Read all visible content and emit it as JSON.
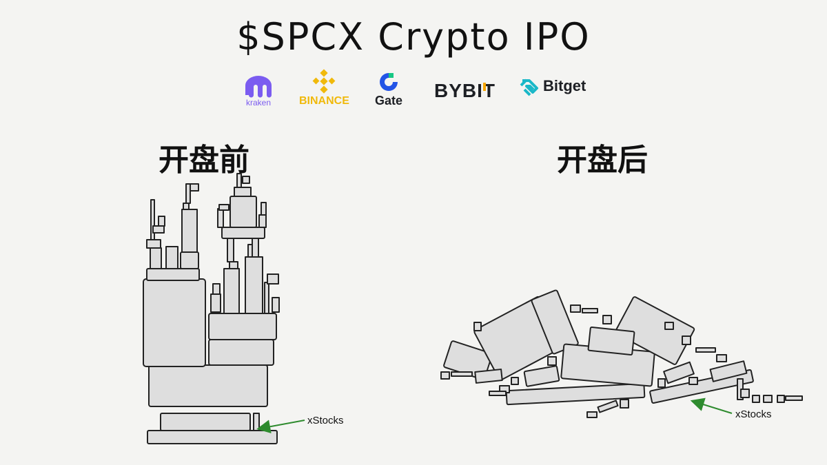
{
  "title": "$SPCX Crypto IPO",
  "exchanges": [
    {
      "name": "kraken",
      "icon": "kraken-logo-icon",
      "color": "#7b5cf0"
    },
    {
      "name": "BINANCE",
      "icon": "binance-logo-icon",
      "color": "#f0b90b"
    },
    {
      "name": "Gate",
      "icon": "gate-logo-icon",
      "color": "#2354e6"
    },
    {
      "name": "BYBIT",
      "icon": "bybit-logo-icon",
      "color": "#1d1f24",
      "accent": "#f7a600"
    },
    {
      "name": "Bitget",
      "icon": "bitget-logo-icon",
      "color": "#1d1f24",
      "accent": "#1ab8c8"
    }
  ],
  "before": {
    "heading": "开盘前",
    "label": "xStocks"
  },
  "after": {
    "heading": "开盘后",
    "label": "xStocks"
  },
  "colors": {
    "block_fill": "#dedede",
    "block_stroke": "#222222",
    "arrow": "#2e8b2e"
  }
}
